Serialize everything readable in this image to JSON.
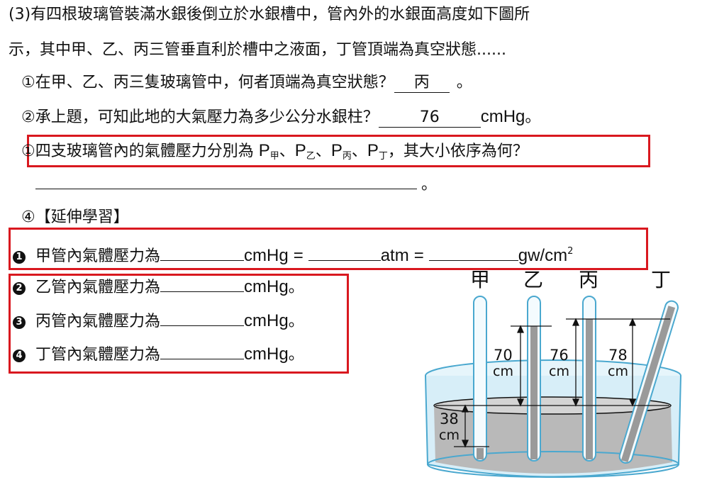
{
  "question": {
    "line1": "(3)有四根玻璃管裝滿水銀後倒立於水銀槽中，管內外的水銀面高度如下圖所",
    "line2": "示，其中甲、乙、丙三管垂直利於槽中之液面，丁管頂端為真空狀態......"
  },
  "q1": {
    "text": "①在甲、乙、丙三隻玻璃管中，何者頂端為真空狀態？",
    "answer": "丙",
    "end": "。"
  },
  "q2": {
    "text": "②承上題，可知此地的大氣壓力為多少公分水銀柱？",
    "answer": "76",
    "unit": "cmHg",
    "end": "。"
  },
  "q3": {
    "prefix": "①四支玻璃管內的氣體壓力分別為",
    "p": "P",
    "s1": "甲",
    "s2": "乙",
    "s3": "丙",
    "s4": "丁",
    "sep": "、",
    "suffix": "，其大小依序為何？",
    "end": "。"
  },
  "q4": {
    "title": "④【延伸學習】",
    "items": [
      {
        "num": "1",
        "text": "甲管內氣體壓力為",
        "u1": "cmHg",
        "eq": "=",
        "u2": "atm",
        "u3": "gw/cm",
        "sup": "2"
      },
      {
        "num": "2",
        "text": "乙管內氣體壓力為",
        "u1": "cmHg",
        "end": "。"
      },
      {
        "num": "3",
        "text": "丙管內氣體壓力為",
        "u1": "cmHg",
        "end": "。"
      },
      {
        "num": "4",
        "text": "丁管內氣體壓力為",
        "u1": "cmHg",
        "end": "。"
      }
    ]
  },
  "figure": {
    "tubes": [
      "甲",
      "乙",
      "丙",
      "丁"
    ],
    "h1": "70",
    "h2": "76",
    "h3": "78",
    "h4": "38",
    "unit": "cm"
  },
  "colors": {
    "highlight": "#d9181f",
    "glass": "#bfe3f2",
    "mercury": "#9a9a9a"
  }
}
